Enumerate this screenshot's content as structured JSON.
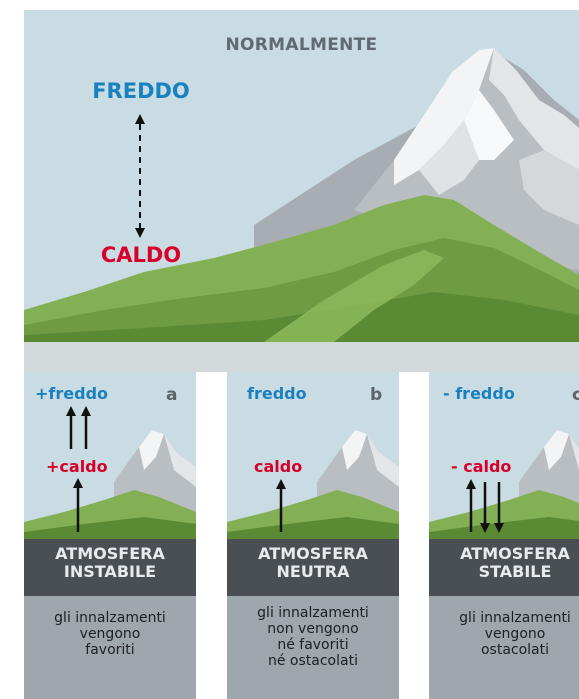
{
  "colors": {
    "cold": "#1a81bf",
    "warm": "#d6002a",
    "sky": "#c9dbe3",
    "banner": "#4a4f54",
    "note": "#9ea7ab"
  },
  "top": {
    "title": "NORMALMENTE",
    "cold_label": "FREDDO",
    "warm_label": "CALDO"
  },
  "panels": [
    {
      "letter": "a",
      "cold_label": "+freddo",
      "warm_label": "+caldo",
      "banner": [
        "ATMOSFERA",
        "INSTABILE"
      ],
      "note": [
        "gli innalzamenti",
        "vengono",
        "favoriti"
      ]
    },
    {
      "letter": "b",
      "cold_label": "freddo",
      "warm_label": "caldo",
      "banner": [
        "ATMOSFERA",
        "NEUTRA"
      ],
      "note": [
        "gli innalzamenti",
        "non vengono",
        "né favoriti",
        "né ostacolati"
      ]
    },
    {
      "letter": "c",
      "cold_label": "- freddo",
      "warm_label": "- caldo",
      "banner": [
        "ATMOSFERA",
        "STABILE"
      ],
      "note": [
        "gli innalzamenti",
        "vengono",
        "ostacolati"
      ]
    }
  ]
}
